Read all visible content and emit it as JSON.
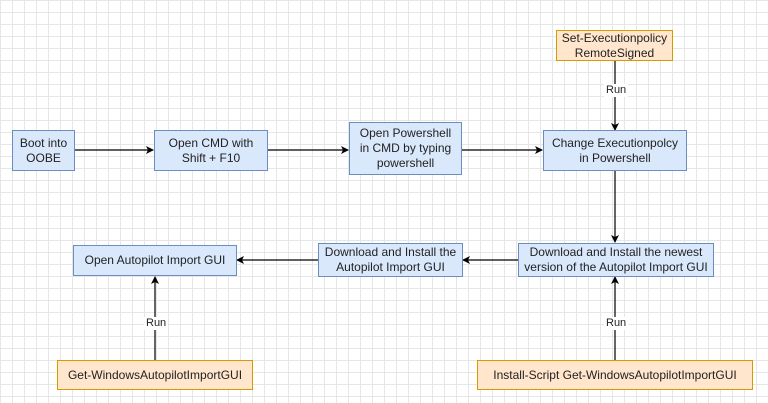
{
  "colors": {
    "process_fill": "#dae8fc",
    "process_border": "#6c8ebf",
    "command_fill": "#ffe6cc",
    "command_border": "#d79b00",
    "edge": "#000000"
  },
  "nodes": {
    "boot": "Boot into OOBE",
    "open_cmd": "Open CMD with Shift + F10",
    "open_powershell": "Open Powershell in CMD by typing powershell",
    "change_policy": "Change Executionpolcy in Powershell",
    "set_policy_cmd": "Set-Executionpolicy RemoteSigned",
    "download_newest": "Download and Install the newest version of the Autopilot Import GUI",
    "download_install": "Download and Install the Autopilot Import GUI",
    "open_gui": "Open Autopilot Import GUI",
    "install_script_cmd": "Install-Script Get-WindowsAutopilotImportGUI",
    "get_gui_cmd": "Get-WindowsAutopilotImportGUI"
  },
  "edge_labels": {
    "run_policy": "Run",
    "run_install": "Run",
    "run_get": "Run"
  }
}
